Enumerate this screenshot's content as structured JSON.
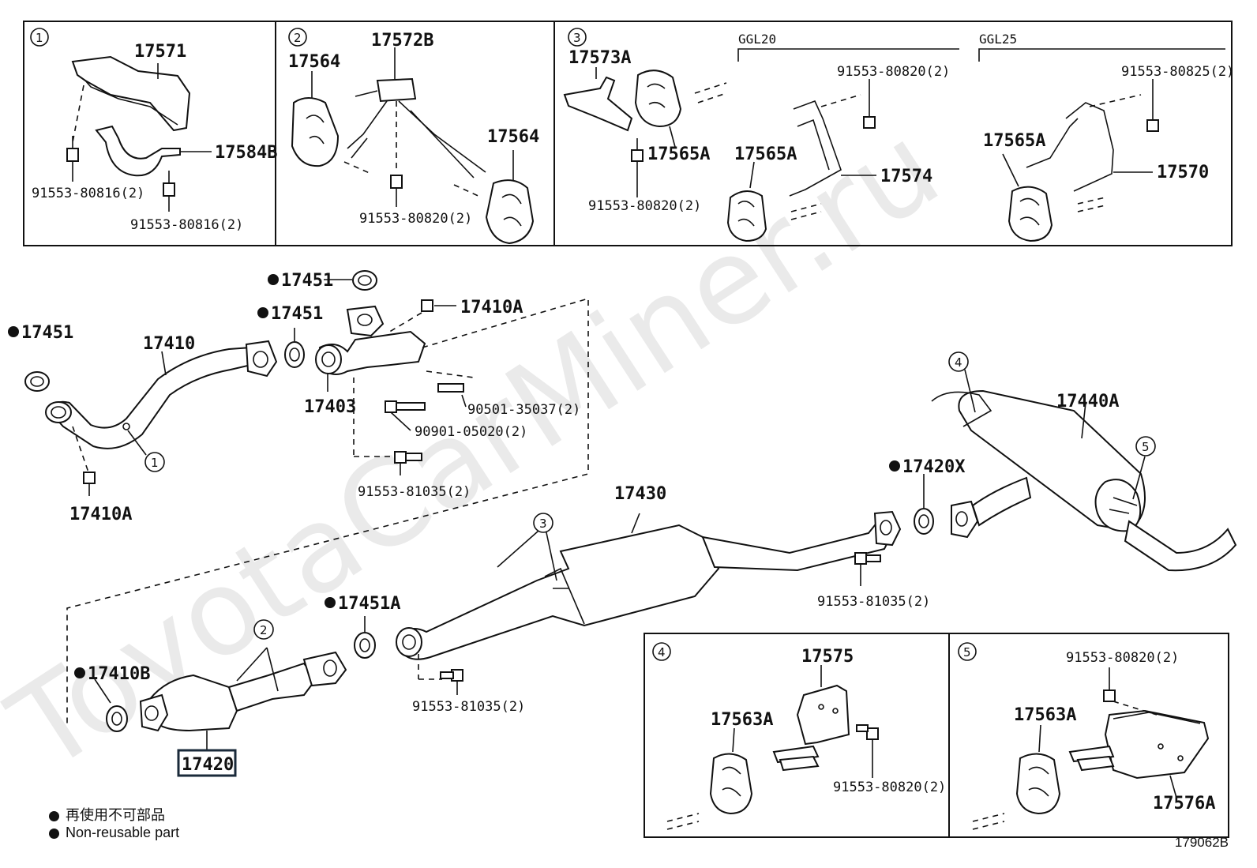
{
  "watermark": "ToyotaCarMiner.ru",
  "diagram_id": "179062B",
  "legend": {
    "line1": "再使用不可部品",
    "line2": "Non-reusable part"
  },
  "panels": {
    "p1": {
      "num": "1",
      "labels": [
        "17571",
        "17584B",
        "91553-80816(2)",
        "91553-80816(2)"
      ]
    },
    "p2": {
      "num": "2",
      "labels": [
        "17564",
        "17572B",
        "17564",
        "91553-80820(2)"
      ]
    },
    "p3": {
      "num": "3",
      "ggl20": "GGL20",
      "ggl25": "GGL25",
      "labels": [
        "17573A",
        "17565A",
        "91553-80820(2)",
        "91553-80820(2)",
        "17565A",
        "17574",
        "91553-80825(2)",
        "17565A",
        "17570"
      ]
    },
    "p4": {
      "num": "4",
      "labels": [
        "17575",
        "17563A",
        "91553-80820(2)"
      ]
    },
    "p5": {
      "num": "5",
      "labels": [
        "91553-80820(2)",
        "17563A",
        "17576A"
      ]
    }
  },
  "main_labels": {
    "g17451_a": "17451",
    "g17451_b": "17451",
    "g17451_c": "17451",
    "p17410": "17410",
    "p17410A_a": "17410A",
    "p17410A_b": "17410A",
    "p17403": "17403",
    "b90501": "90501-35037(2)",
    "b90901": "90901-05020(2)",
    "b91553_a": "91553-81035(2)",
    "p17430": "17430",
    "p17440A": "17440A",
    "g17420X": "17420X",
    "b91553_b": "91553-81035(2)",
    "g17451A": "17451A",
    "g17410B": "17410B",
    "p17420": "17420",
    "b91553_c": "91553-81035(2)"
  },
  "callouts": {
    "c1": "1",
    "c2": "2",
    "c3": "3",
    "c4": "4",
    "c5": "5"
  }
}
